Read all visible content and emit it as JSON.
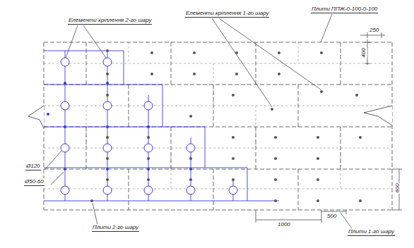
{
  "diagram": {
    "labels": [
      "Елементи кріплення 2-го шару",
      "Елементи кріплення 1-го шару",
      "Плити ППЖ-0-100-0-100",
      "250",
      "400",
      "Ø120",
      "Ø50-60",
      "Плити 2-го шару",
      "1000",
      "500",
      "Плити 1-го шару",
      "600"
    ]
  }
}
